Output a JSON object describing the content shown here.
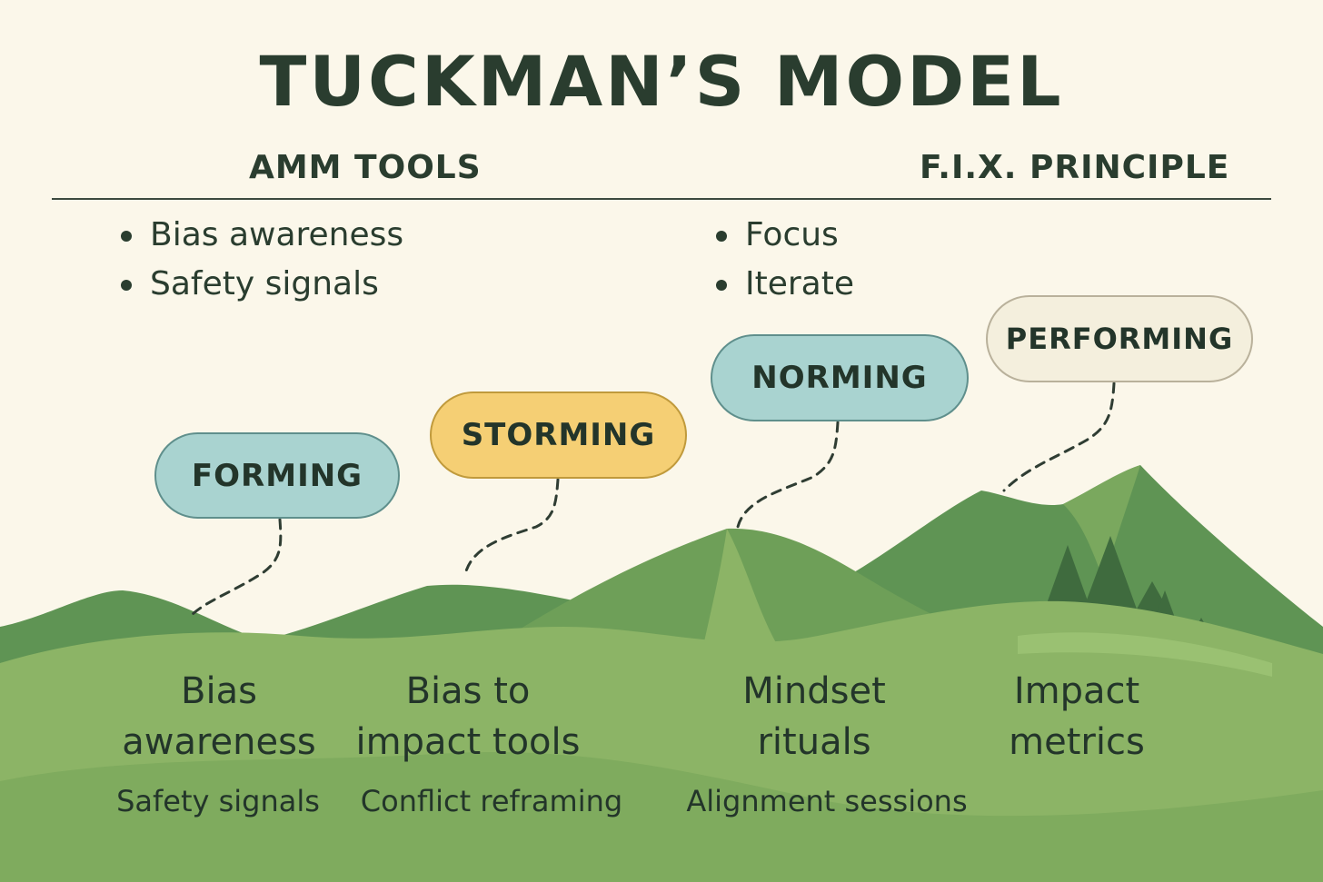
{
  "title": "TUCKMAN’S MODEL",
  "columns": {
    "left": {
      "heading": "AMM TOOLS",
      "bullets": [
        "Bias awareness",
        "Safety signals"
      ]
    },
    "right": {
      "heading": "F.I.X. PRINCIPLE",
      "bullets": [
        "Focus",
        "Iterate"
      ]
    }
  },
  "stages": [
    {
      "label": "FORMING",
      "color": "#a9d3d0",
      "title_lines": [
        "Bias",
        "awareness"
      ],
      "subtitle": "Safety signals"
    },
    {
      "label": "STORMING",
      "color": "#f5cf74",
      "title_lines": [
        "Bias to",
        "impact tools"
      ],
      "subtitle": "Conflict reframing"
    },
    {
      "label": "NORMING",
      "color": "#a9d3d0",
      "title_lines": [
        "Mindset",
        "rituals"
      ],
      "subtitle": "Alignment sessions"
    },
    {
      "label": "PERFORMING",
      "color": "#f4efdd",
      "title_lines": [
        "Impact",
        "metrics"
      ],
      "subtitle": ""
    }
  ],
  "colors": {
    "background": "#fbf7ea",
    "text": "#2a3d2f",
    "hill_dark": "#5f9454",
    "hill_light": "#8cb466",
    "tree": "#3f6b3e"
  }
}
